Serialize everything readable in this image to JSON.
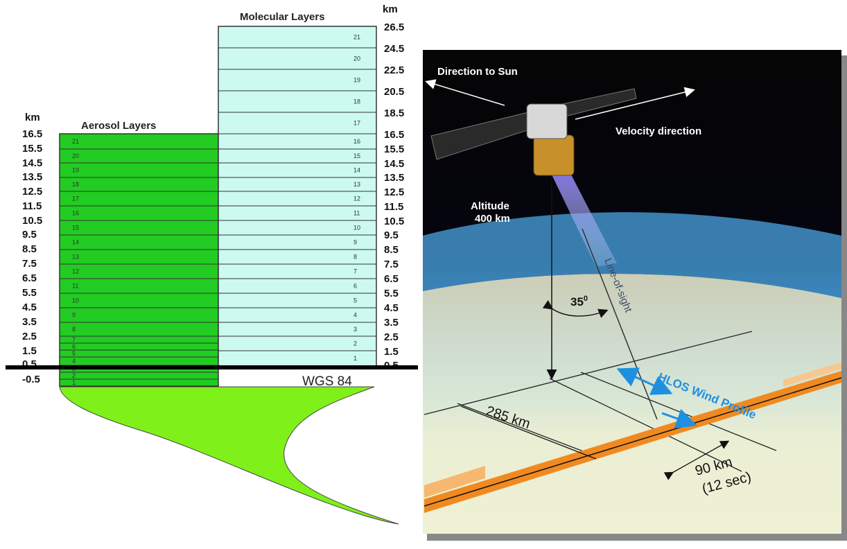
{
  "left_panel": {
    "km_label_left": "km",
    "km_label_right": "km",
    "aerosol_title": "Aerosol Layers",
    "molecular_title": "Molecular Layers",
    "wgs_label": "WGS 84",
    "left_ticks": [
      "16.5",
      "15.5",
      "14.5",
      "13.5",
      "12.5",
      "11.5",
      "10.5",
      "9.5",
      "8.5",
      "7.5",
      "6.5",
      "5.5",
      "4.5",
      "3.5",
      "2.5",
      "1.5",
      "0.5",
      "-0.5"
    ],
    "right_ticks": [
      "26.5",
      "24.5",
      "22.5",
      "20.5",
      "18.5",
      "16.5",
      "15.5",
      "14.5",
      "13.5",
      "12.5",
      "11.5",
      "10.5",
      "9.5",
      "8.5",
      "7.5",
      "6.5",
      "5.5",
      "4.5",
      "3.5",
      "2.5",
      "1.5",
      "0.5"
    ],
    "aerosol_layer_numbers": [
      "21",
      "20",
      "19",
      "18",
      "17",
      "16",
      "15",
      "14",
      "13",
      "12",
      "11",
      "10",
      "9",
      "8",
      "7",
      "6",
      "5",
      "4",
      "3",
      "2",
      "1"
    ],
    "molecular_layer_numbers": [
      "21",
      "20",
      "19",
      "18",
      "17",
      "16",
      "15",
      "14",
      "13",
      "12",
      "11",
      "10",
      "9",
      "8",
      "7",
      "6",
      "5",
      "4",
      "3",
      "2",
      "1"
    ],
    "colors": {
      "aerosol": "#22cc22",
      "molecular": "#ccfaf0",
      "terrain": "#7ff01a"
    }
  },
  "right_panel": {
    "direction_to_sun": "Direction to Sun",
    "velocity_direction": "Velocity direction",
    "altitude_line1": "Altitude",
    "altitude_line2": "400 km",
    "angle_label": "35",
    "angle_sup": "0",
    "line_of_sight": "Line-of-sight",
    "hlos_label": "HLOS Wind Profile",
    "dist_285": "285 km",
    "dist_90": "90 km",
    "dist_90_time": "(12 sec)",
    "colors": {
      "space": "#050505",
      "atmosphere": "#3aa0e0",
      "ground": "#f0f2d8",
      "track": "#f08a20",
      "hlos": "#1e90e0"
    }
  }
}
